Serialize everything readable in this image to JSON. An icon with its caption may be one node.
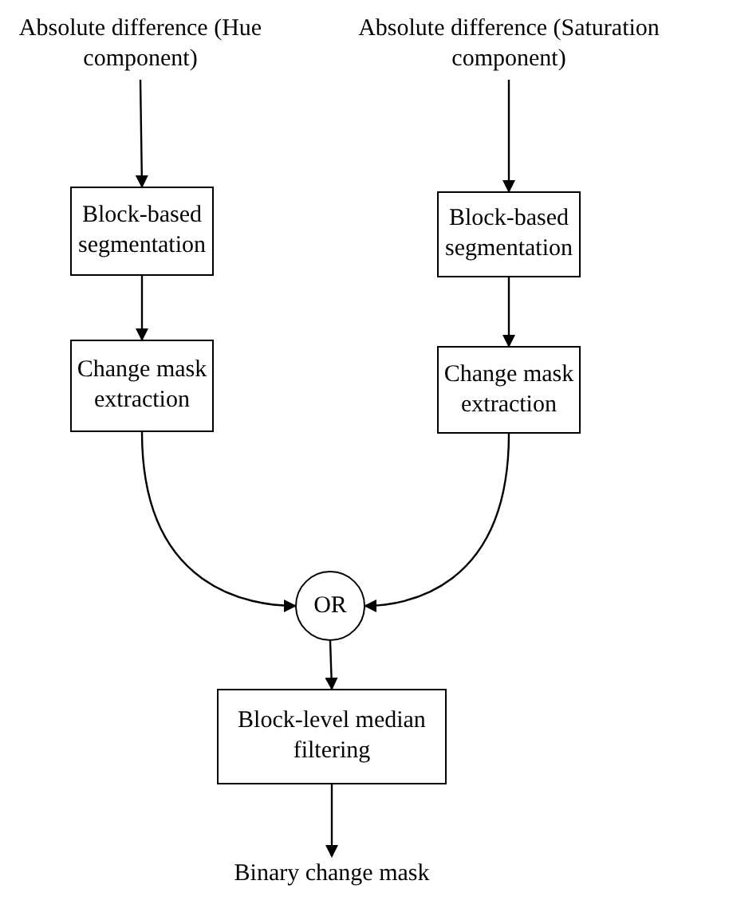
{
  "diagram": {
    "nodes": [
      {
        "text": [
          "Absolute difference (Hue component)"
        ]
      },
      {
        "text": [
          "Absolute difference (Saturation component)"
        ]
      },
      {
        "text": [
          "Block-based segmentation"
        ]
      },
      {
        "text": [
          "Block-based segmentation"
        ]
      },
      {
        "text": [
          "Change mask extraction"
        ]
      },
      {
        "text": [
          "Change mask extraction"
        ]
      },
      {
        "text": [
          "OR"
        ]
      },
      {
        "text": [
          "Block-level median filtering"
        ]
      },
      {
        "text": [
          "Binary change mask"
        ]
      }
    ],
    "edges": [
      {
        "from": 0,
        "to": 2,
        "arrow": "to"
      },
      {
        "from": 2,
        "to": 4,
        "arrow": "to"
      },
      {
        "from": 1,
        "to": 3,
        "arrow": "to"
      },
      {
        "from": 3,
        "to": 5,
        "arrow": "to"
      },
      {
        "from": 4,
        "to": 6,
        "arrow": "to"
      },
      {
        "from": 5,
        "to": 6,
        "arrow": "to"
      },
      {
        "from": 6,
        "to": 7,
        "arrow": "to"
      },
      {
        "from": 7,
        "to": 8,
        "arrow": "to"
      }
    ]
  }
}
